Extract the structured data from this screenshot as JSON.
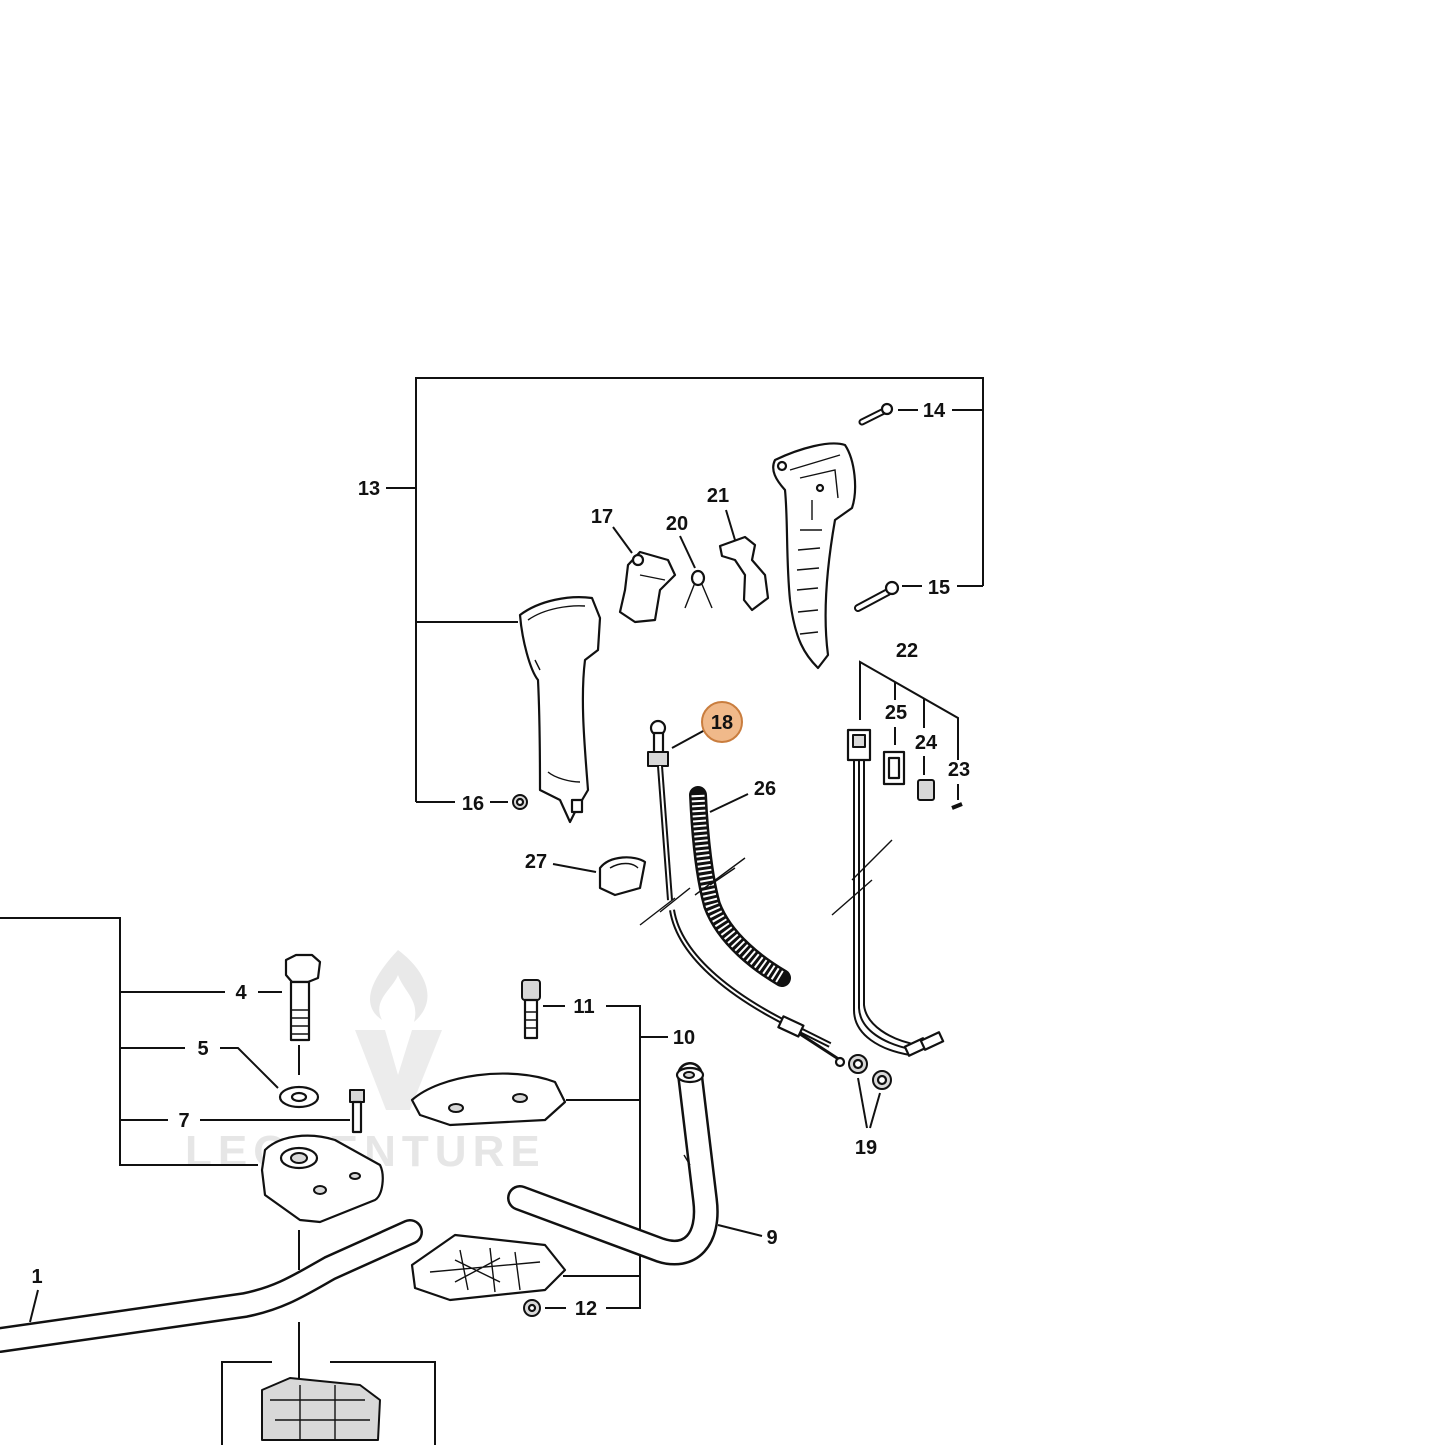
{
  "diagram": {
    "highlight_color": "#f0b98a",
    "highlight_stroke": "#c97d3e",
    "highlighted_callout": "18",
    "callouts": {
      "c1": "1",
      "c4": "4",
      "c5": "5",
      "c7": "7",
      "c9": "9",
      "c10": "10",
      "c11": "11",
      "c12": "12",
      "c13": "13",
      "c14": "14",
      "c15": "15",
      "c16": "16",
      "c17": "17",
      "c18": "18",
      "c19": "19",
      "c20": "20",
      "c21": "21",
      "c22": "22",
      "c23": "23",
      "c24": "24",
      "c25": "25",
      "c26": "26",
      "c27": "27"
    }
  },
  "watermark": {
    "text": "LEOVENTURE",
    "color": "#e6e6e6"
  }
}
